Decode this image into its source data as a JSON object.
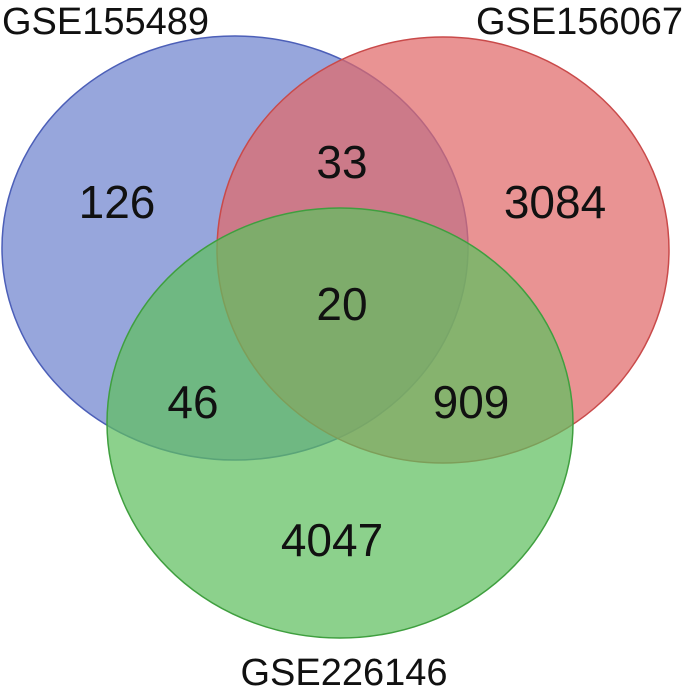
{
  "diagram": {
    "type": "venn-3",
    "sets": [
      {
        "id": "A",
        "name": "GSE155489",
        "color": "#6f83cf"
      },
      {
        "id": "B",
        "name": "GSE156067",
        "color": "#e06a6a"
      },
      {
        "id": "C",
        "name": "GSE226146",
        "color": "#5fbf5f"
      }
    ],
    "regions": {
      "A_only": "126",
      "B_only": "3084",
      "C_only": "4047",
      "A_B": "33",
      "A_C": "46",
      "B_C": "909",
      "A_B_C": "20"
    }
  }
}
